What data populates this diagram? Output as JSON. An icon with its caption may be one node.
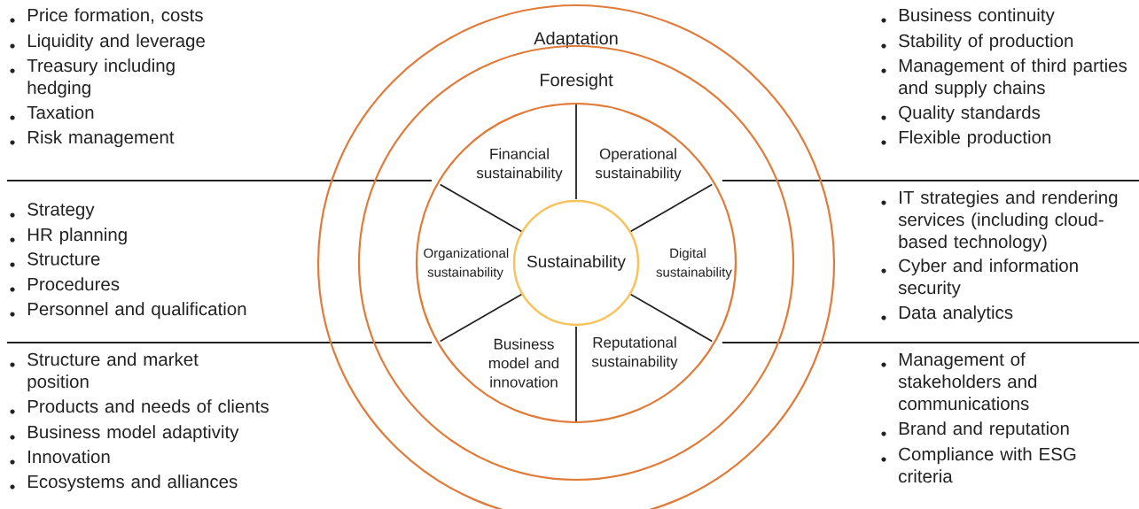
{
  "diagram": {
    "nodes": [
      {
        "text": [
          "Adaptation"
        ]
      },
      {
        "text": [
          "Foresight"
        ],
        "in": 0
      },
      {
        "text": [
          "Financial sustainability"
        ],
        "in": 1
      },
      {
        "text": [
          "Operational sustainability"
        ],
        "in": 1
      },
      {
        "text": [
          "Organizational sustainability"
        ],
        "in": 1
      },
      {
        "text": [
          "Sustainability"
        ],
        "in": 1
      },
      {
        "text": [
          "Digital sustainability"
        ],
        "in": 1
      },
      {
        "text": [
          "Business model and innovation"
        ],
        "in": 1
      },
      {
        "text": [
          "Reputational sustainability"
        ],
        "in": 1
      }
    ],
    "labels": [
      "Price formation, costs",
      "Liquidity and leverage",
      "Treasury including hedging",
      "Taxation",
      "Risk management",
      "Business continuity",
      "Stability of production",
      "Management of third parties and supply chains",
      "Quality standards",
      "Flexible production",
      "Strategy",
      "HR planning",
      "Structure",
      "Procedures",
      "Personnel and qualification",
      "IT strategies and rendering services (including cloud-based technology)",
      "Cyber and information security",
      "Data analytics",
      "Structure and market position",
      "Products and needs of clients",
      "Business model adaptivity",
      "Innovation",
      "Ecosystems and alliances",
      "Management of stakeholders and communications",
      "Brand and reputation",
      "Compliance with ESG criteria"
    ]
  }
}
